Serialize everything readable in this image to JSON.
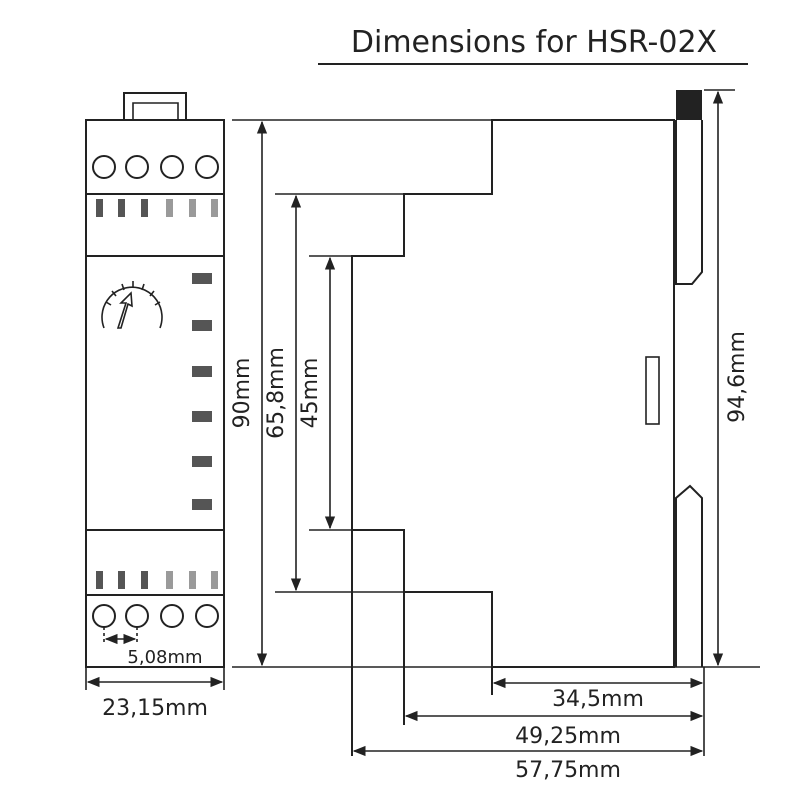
{
  "title": "Dimensions for HSR-02X",
  "dimensions": {
    "height_total": "90mm",
    "height_mid": "65,8mm",
    "height_inner": "45mm",
    "height_rail": "94,6mm",
    "depth_front": "34,5mm",
    "depth_mid": "49,25mm",
    "depth_total": "57,75mm",
    "width": "23,15mm",
    "terminal_pitch": "5,08mm"
  },
  "colors": {
    "line": "#222222",
    "led_dark": "#555555",
    "led_light": "#9a9a9a",
    "rail": "#222222"
  }
}
